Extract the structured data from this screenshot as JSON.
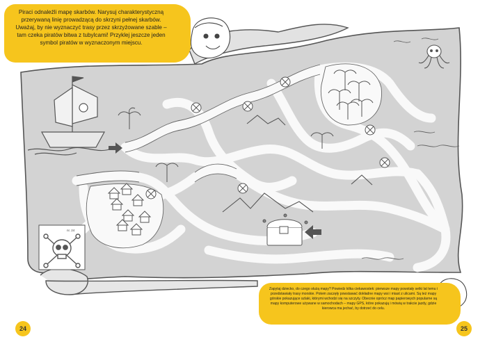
{
  "instruction": {
    "text": "Piraci odnaleźli mapę skarbów. Narysuj charakterystyczną przerywaną linię prowadzącą do skrzyni pełnej skarbów. Uważaj, by nie wyznaczyć trasy przez skrzyżowane szable – tam czeka piratów bitwa z tubylcami! Przyklej jeszcze jeden symbol piratów w wyznaczonym miejscu."
  },
  "sticker": {
    "label": "nr. 24"
  },
  "parent_note": {
    "text": "Zapytaj dziecko, do czego służą mapy? Powiedz kilka ciekawostek: pierwsze mapy powstały setki lat temu i przedstawiały trasy morskie. Potem zaczęły powstawać dokładne mapy wsi i miast z ulicami. Są też mapy górskie pokazujące szlaki, którymi wchodzi się na szczyty. Obecnie oprócz map papierowych popularne są mapy komputerowe używane w samochodach – mapy GPS, które pokazują i mówią w trakcie jazdy, gdzie kierowca ma jechać, by dotrzeć do celu."
  },
  "pages": {
    "left": "24",
    "right": "25"
  },
  "colors": {
    "accent": "#f6c51d",
    "map_fill": "#d3d3d3",
    "path_fill": "#f9f9f9",
    "outline": "#555555"
  },
  "icons": [
    "pirate-ship-icon",
    "skull-crossbones-icon",
    "octopus-icon",
    "treasure-chest-icon",
    "crossed-swords-icon",
    "palm-tree-icon",
    "hut-icon",
    "mountain-icon",
    "arrow-right-icon",
    "arrow-left-icon",
    "mascot-face-icon"
  ]
}
